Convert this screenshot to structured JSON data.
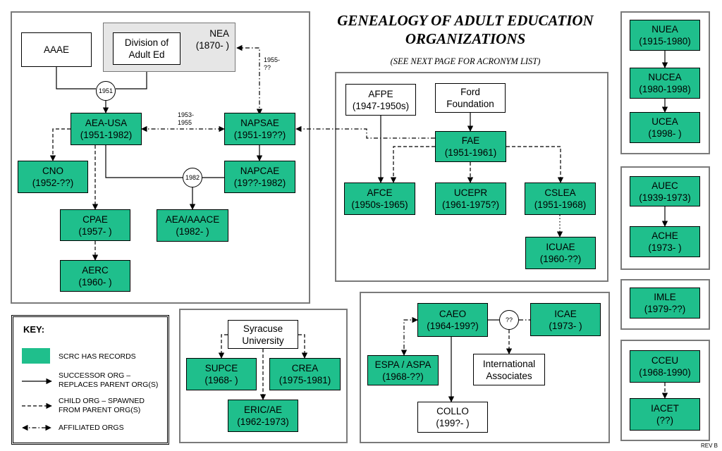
{
  "title_line1": "GENEALOGY OF ADULT EDUCATION",
  "title_line2": "ORGANIZATIONS",
  "subtitle": "(SEE NEXT PAGE FOR ACRONYM LIST)",
  "rev": "REV B",
  "colors": {
    "records_green": "#1fbf8c",
    "panel_border": "#7a7a7a"
  },
  "nodes": {
    "aaae": {
      "l1": "AAAE"
    },
    "division": {
      "l1": "Division of",
      "l2": "Adult Ed"
    },
    "nea": {
      "l1": "NEA",
      "l2": "(1870- )"
    },
    "aea_usa": {
      "l1": "AEA-USA",
      "l2": "(1951-1982)"
    },
    "napsae": {
      "l1": "NAPSAE",
      "l2": "(1951-19??)"
    },
    "cno": {
      "l1": "CNO",
      "l2": "(1952-??)"
    },
    "napcae": {
      "l1": "NAPCAE",
      "l2": "(19??-1982)"
    },
    "aea_aaace": {
      "l1": "AEA/AAACE",
      "l2": "(1982- )"
    },
    "cpae": {
      "l1": "CPAE",
      "l2": "(1957- )"
    },
    "aerc": {
      "l1": "AERC",
      "l2": "(1960- )"
    },
    "afpe": {
      "l1": "AFPE",
      "l2": "(1947-1950s)"
    },
    "ford": {
      "l1": "Ford",
      "l2": "Foundation"
    },
    "fae": {
      "l1": "FAE",
      "l2": "(1951-1961)"
    },
    "afce": {
      "l1": "AFCE",
      "l2": "(1950s-1965)"
    },
    "ucepr": {
      "l1": "UCEPR",
      "l2": "(1961-1975?)"
    },
    "cslea": {
      "l1": "CSLEA",
      "l2": "(1951-1968)"
    },
    "icuae": {
      "l1": "ICUAE",
      "l2": "(1960-??)"
    },
    "nuea": {
      "l1": "NUEA",
      "l2": "(1915-1980)"
    },
    "nucea": {
      "l1": "NUCEA",
      "l2": "(1980-1998)"
    },
    "ucea": {
      "l1": "UCEA",
      "l2": "(1998- )"
    },
    "auec": {
      "l1": "AUEC",
      "l2": "(1939-1973)"
    },
    "ache": {
      "l1": "ACHE",
      "l2": "(1973- )"
    },
    "imle": {
      "l1": "IMLE",
      "l2": "(1979-??)"
    },
    "cceu": {
      "l1": "CCEU",
      "l2": "(1968-1990)"
    },
    "iacet": {
      "l1": "IACET",
      "l2": "(??)"
    },
    "syracuse": {
      "l1": "Syracuse",
      "l2": "University"
    },
    "supce": {
      "l1": "SUPCE",
      "l2": "(1968- )"
    },
    "crea": {
      "l1": "CREA",
      "l2": "(1975-1981)"
    },
    "eric_ae": {
      "l1": "ERIC/AE",
      "l2": "(1962-1973)"
    },
    "caeo": {
      "l1": "CAEO",
      "l2": "(1964-199?)"
    },
    "icae": {
      "l1": "ICAE",
      "l2": "(1973- )"
    },
    "espa": {
      "l1": "ESPA / ASPA",
      "l2": "(1968-??)"
    },
    "intl": {
      "l1": "International",
      "l2": "Associates"
    },
    "collo": {
      "l1": "COLLO",
      "l2": "(199?- )"
    }
  },
  "circles": {
    "c1951": "1951",
    "c1982": "1982",
    "cqq": "??"
  },
  "notes": {
    "n1955_a": "1955-",
    "n1955_b": "??",
    "n1953_a": "1953-",
    "n1953_b": "1955"
  },
  "key": {
    "title": "KEY:",
    "records": "SCRC HAS RECORDS",
    "successor_1": "SUCCESSOR ORG –",
    "successor_2": "REPLACES PARENT ORG(S)",
    "child_1": "CHILD ORG – SPAWNED",
    "child_2": "FROM PARENT ORG(S)",
    "affiliated": "AFFILIATED ORGS"
  }
}
